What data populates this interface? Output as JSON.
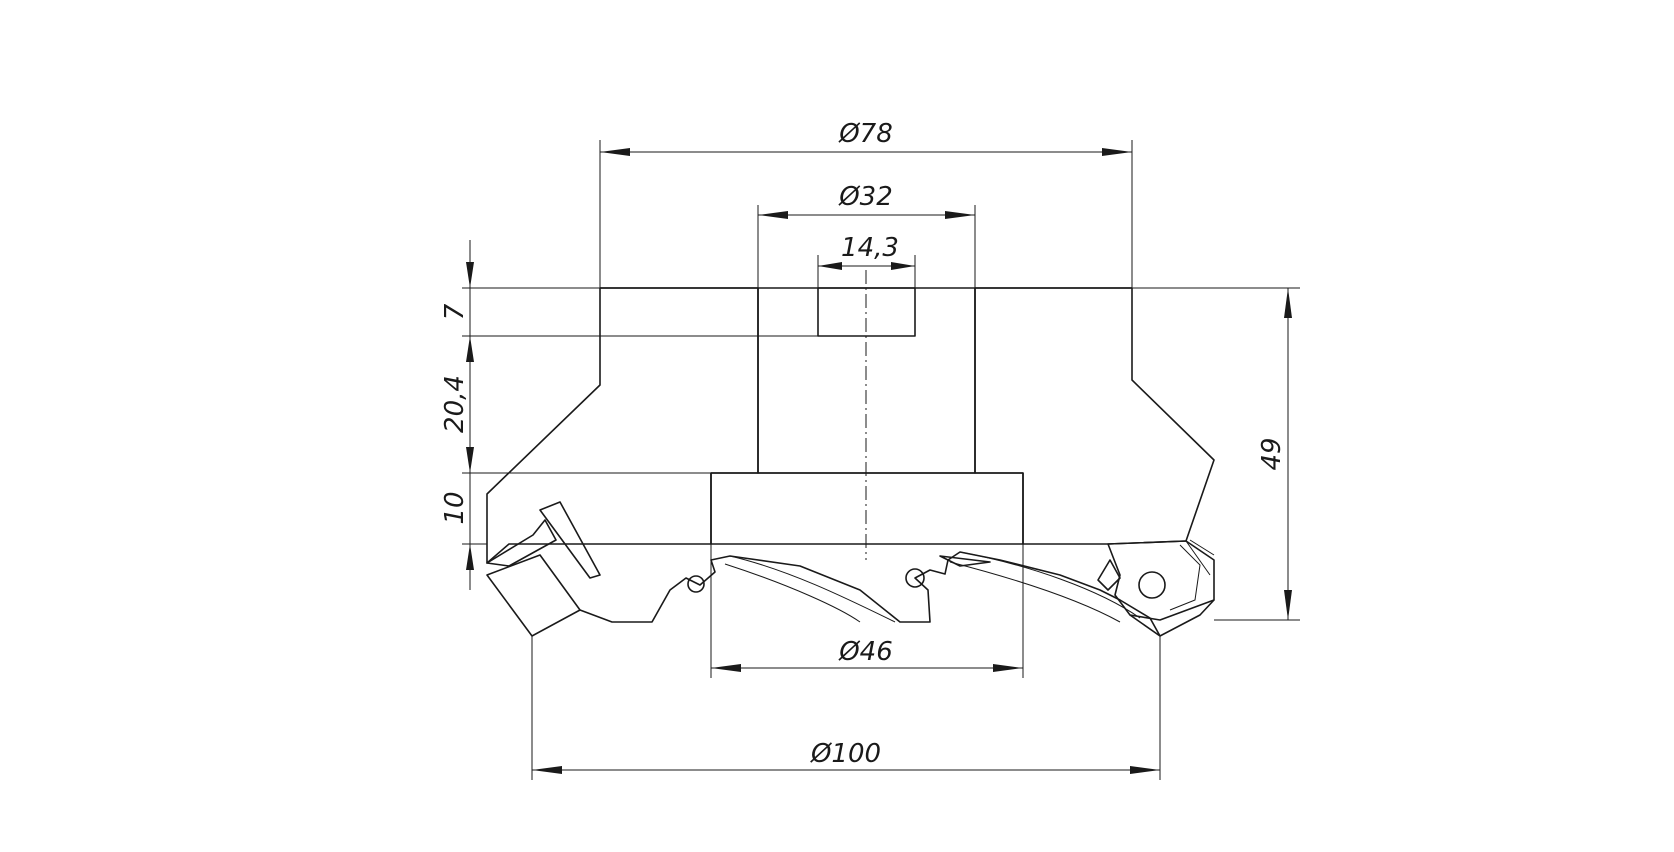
{
  "dimensions": {
    "dia_78": "Ø78",
    "dia_32": "Ø32",
    "key_width": "14,3",
    "dia_46": "Ø46",
    "dia_100": "Ø100",
    "height_7": "7",
    "height_20_4": "20,4",
    "height_10": "10",
    "height_49": "49"
  }
}
